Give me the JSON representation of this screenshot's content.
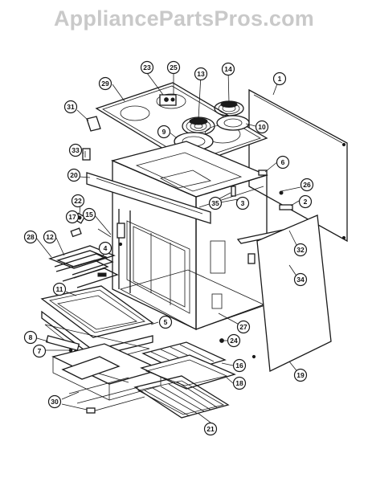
{
  "watermark": "AppliancePartsPros.com",
  "callouts": [
    {
      "id": "23",
      "label": "23"
    },
    {
      "id": "25",
      "label": "25"
    },
    {
      "id": "13",
      "label": "13"
    },
    {
      "id": "14",
      "label": "14"
    },
    {
      "id": "1",
      "label": "1"
    },
    {
      "id": "29",
      "label": "29"
    },
    {
      "id": "31",
      "label": "31"
    },
    {
      "id": "9",
      "label": "9"
    },
    {
      "id": "10",
      "label": "10"
    },
    {
      "id": "33",
      "label": "33"
    },
    {
      "id": "6",
      "label": "6"
    },
    {
      "id": "20",
      "label": "20"
    },
    {
      "id": "26",
      "label": "26"
    },
    {
      "id": "2",
      "label": "2"
    },
    {
      "id": "22",
      "label": "22"
    },
    {
      "id": "35",
      "label": "35"
    },
    {
      "id": "3",
      "label": "3"
    },
    {
      "id": "17",
      "label": "17"
    },
    {
      "id": "15",
      "label": "15"
    },
    {
      "id": "28",
      "label": "28"
    },
    {
      "id": "12",
      "label": "12"
    },
    {
      "id": "32",
      "label": "32"
    },
    {
      "id": "4",
      "label": "4"
    },
    {
      "id": "34",
      "label": "34"
    },
    {
      "id": "11",
      "label": "11"
    },
    {
      "id": "5",
      "label": "5"
    },
    {
      "id": "27",
      "label": "27"
    },
    {
      "id": "8",
      "label": "8"
    },
    {
      "id": "24",
      "label": "24"
    },
    {
      "id": "7",
      "label": "7"
    },
    {
      "id": "16",
      "label": "16"
    },
    {
      "id": "19",
      "label": "19"
    },
    {
      "id": "18",
      "label": "18"
    },
    {
      "id": "30",
      "label": "30"
    },
    {
      "id": "21",
      "label": "21"
    }
  ]
}
